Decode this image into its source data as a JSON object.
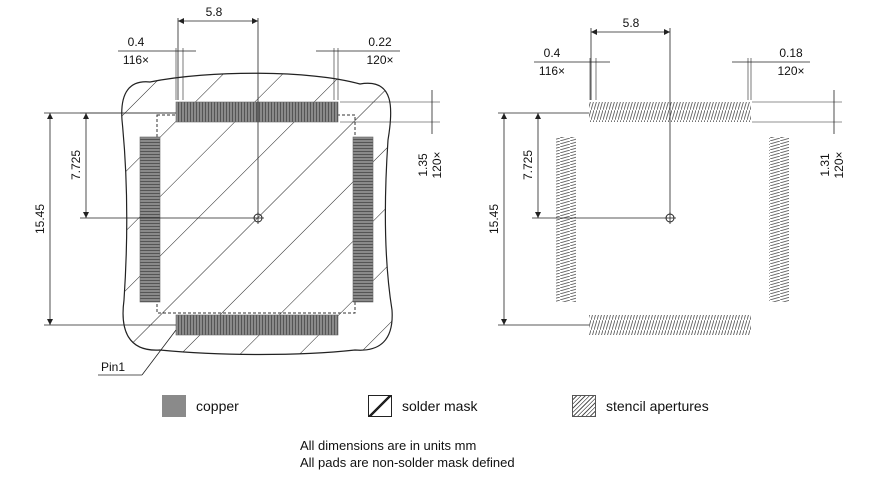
{
  "left_view": {
    "top_pitch": "5.8",
    "pad_width_left": "0.4",
    "pad_count_left": "116×",
    "pad_width_right": "0.22",
    "pad_count_right": "120×",
    "row_span": "15.45",
    "half_span": "7.725",
    "pad_length": "1.35",
    "pad_length_count": "120×",
    "pin1_label": "Pin1"
  },
  "right_view": {
    "top_pitch": "5.8",
    "pad_width_left": "0.4",
    "pad_count_left": "116×",
    "pad_width_right": "0.18",
    "pad_count_right": "120×",
    "row_span": "15.45",
    "half_span": "7.725",
    "pad_length": "1.31",
    "pad_length_count": "120×"
  },
  "legend": {
    "copper": "copper",
    "solder_mask": "solder mask",
    "stencil": "stencil apertures"
  },
  "notes": {
    "line1": "All dimensions are in units mm",
    "line2": "All pads are non-solder mask defined"
  },
  "colors": {
    "copper": "#8c8c8c",
    "line": "#222222"
  }
}
